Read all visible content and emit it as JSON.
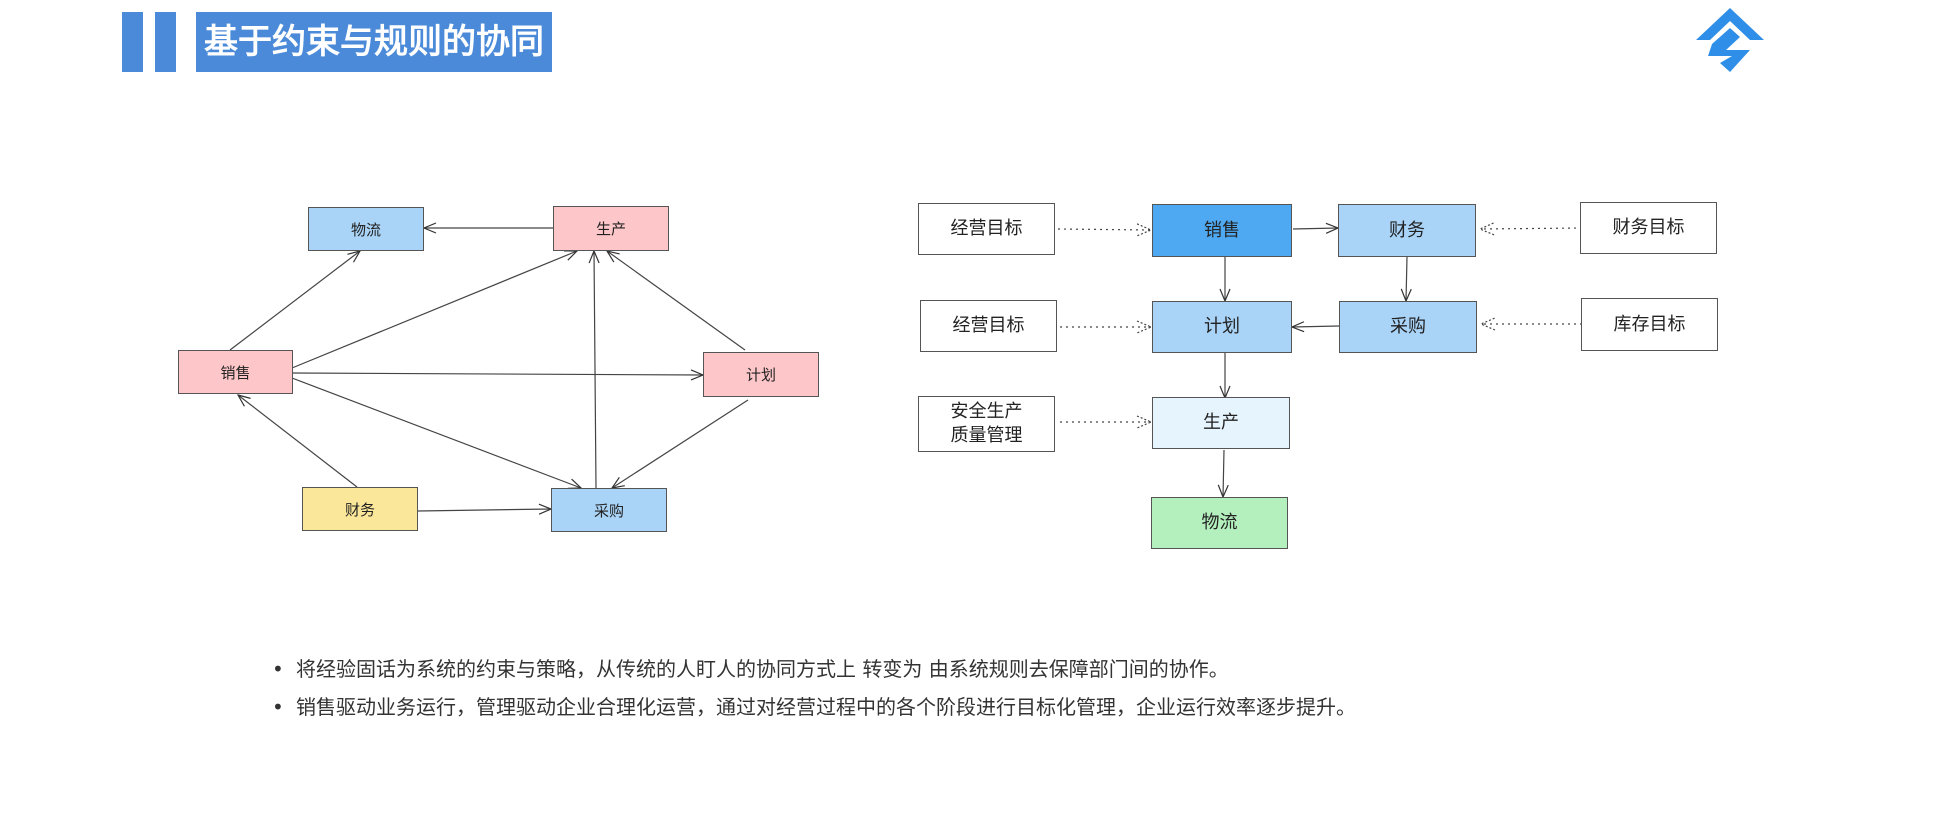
{
  "header": {
    "title": "基于约束与规则的协同",
    "accent_color": "#4a8ad8",
    "logo_icon": "diamond-s-logo"
  },
  "left_diagram": {
    "nodes": {
      "wuliu": "物流",
      "shengchan": "生产",
      "xiaoshou": "销售",
      "jihua": "计划",
      "caiwu": "财务",
      "caigou": "采购"
    }
  },
  "right_diagram": {
    "nodes": {
      "jingying1": "经营目标",
      "xiaoshou": "销售",
      "caiwu": "财务",
      "caiwu_target": "财务目标",
      "jingying2": "经营目标",
      "jihua": "计划",
      "caigou": "采购",
      "kucun_target": "库存目标",
      "anquan_line1": "安全生产",
      "anquan_line2": "质量管理",
      "shengchan": "生产",
      "wuliu": "物流"
    }
  },
  "bullets": {
    "items": [
      "将经验固话为系统的约束与策略，从传统的人盯人的协同方式上 转变为 由系统规则去保障部门间的协作。",
      "销售驱动业务运行，管理驱动企业合理化运营，通过对经营过程中的各个阶段进行目标化管理，企业运行效率逐步提升。"
    ]
  }
}
